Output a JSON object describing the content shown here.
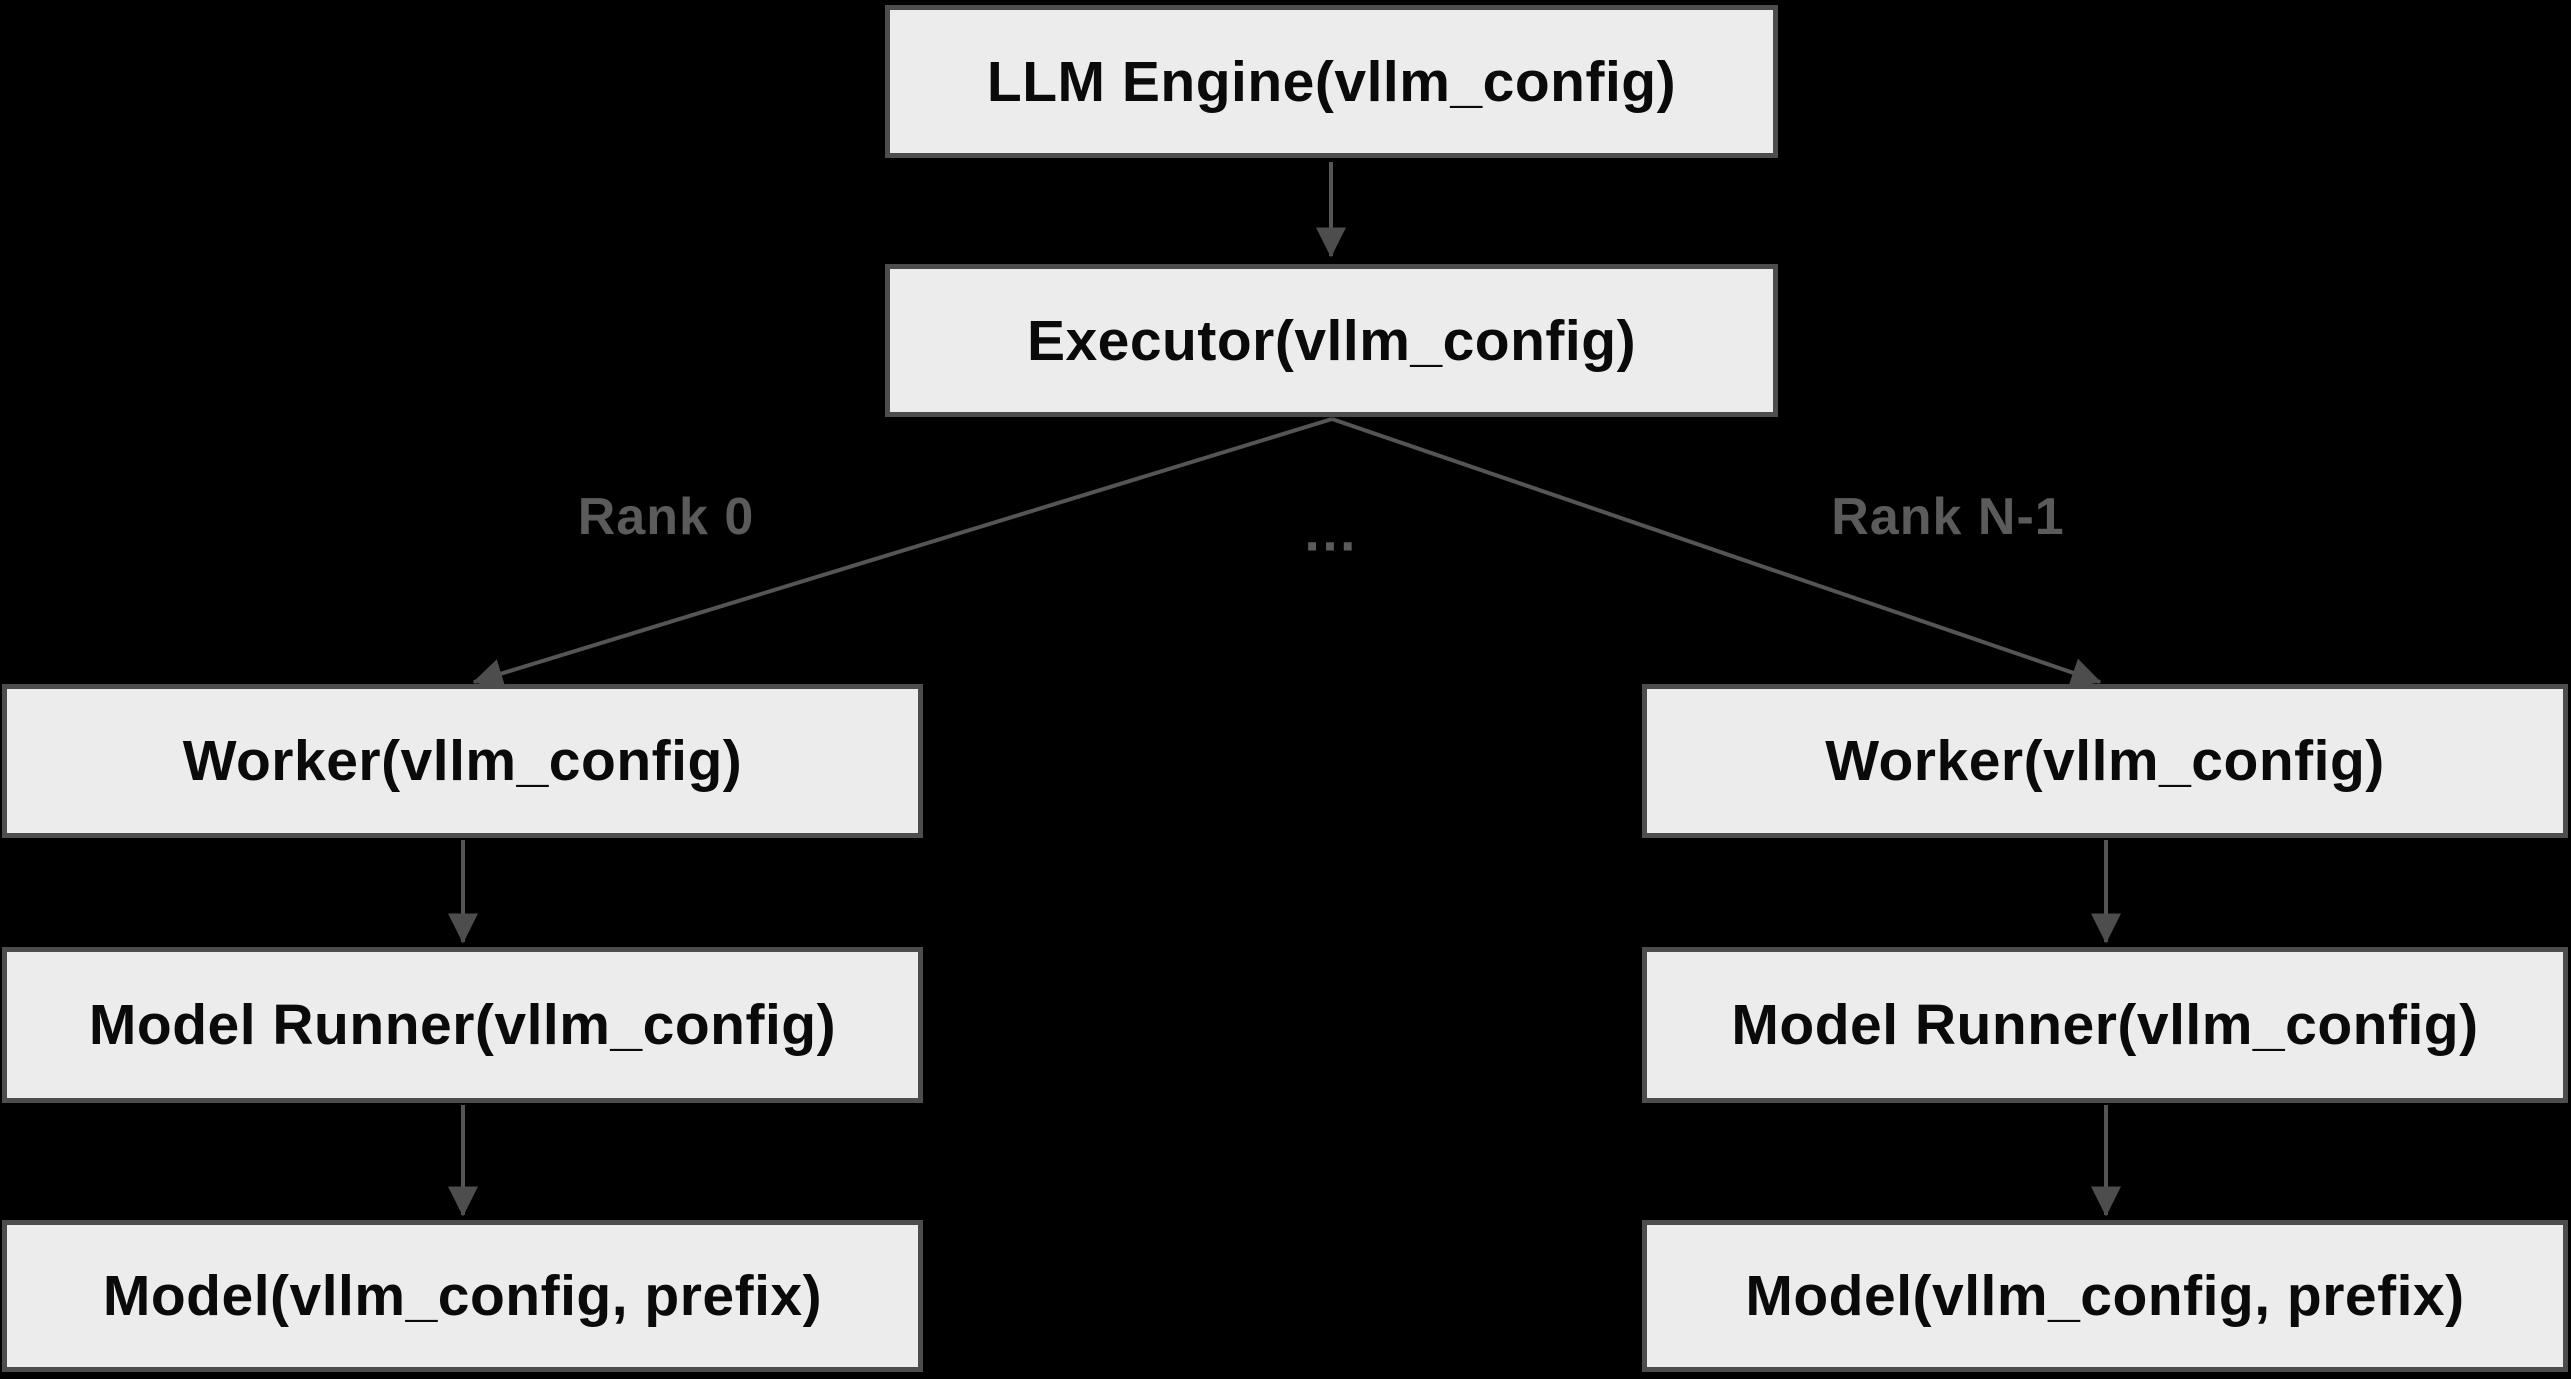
{
  "diagram": {
    "nodes": {
      "llm_engine": "LLM Engine(vllm_config)",
      "executor": "Executor(vllm_config)",
      "worker_left": "Worker(vllm_config)",
      "worker_right": "Worker(vllm_config)",
      "model_runner_left": "Model Runner(vllm_config)",
      "model_runner_right": "Model Runner(vllm_config)",
      "model_left": "Model(vllm_config, prefix)",
      "model_right": "Model(vllm_config, prefix)"
    },
    "edge_labels": {
      "rank_0": "Rank 0",
      "ellipsis": "…",
      "rank_n_minus_1": "Rank N-1"
    },
    "edges": [
      {
        "from": "LLM Engine(vllm_config)",
        "to": "Executor(vllm_config)",
        "label": ""
      },
      {
        "from": "Executor(vllm_config)",
        "to": "Worker(vllm_config)",
        "label": "Rank 0"
      },
      {
        "from": "Executor(vllm_config)",
        "to": "Worker(vllm_config)",
        "label": "Rank N-1"
      },
      {
        "from": "Worker(vllm_config)",
        "to": "Model Runner(vllm_config)",
        "label": ""
      },
      {
        "from": "Model Runner(vllm_config)",
        "to": "Model(vllm_config, prefix)",
        "label": ""
      }
    ],
    "colors": {
      "background": "#000000",
      "node_fill": "#ececec",
      "node_border": "#4d4d4d",
      "edge_stroke": "#555555",
      "arrowhead": "#4d4d4d",
      "edge_label_text": "#5b5b5b",
      "node_text": "#0a0a0a"
    }
  }
}
